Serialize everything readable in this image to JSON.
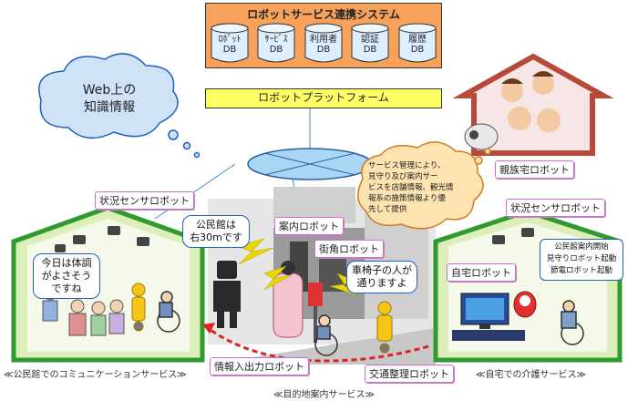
{
  "system": {
    "title": "ロボットサービス連携システム",
    "databases": [
      {
        "line1": "ﾛﾎﾞｯﾄ",
        "line2": "DB"
      },
      {
        "line1": "ｻｰﾋﾞｽ",
        "line2": "DB"
      },
      {
        "line1": "利用者",
        "line2": "DB"
      },
      {
        "line1": "認証",
        "line2": "DB"
      },
      {
        "line1": "履歴",
        "line2": "DB"
      }
    ]
  },
  "platform": "ロボットプラットフォーム",
  "cloud_knowledge": {
    "line1": "Web上の",
    "line2": "知識情報"
  },
  "service_cloud": [
    "サービス管理により、",
    "見守り及び案内サー",
    "ビスを店舗情報、観光情",
    "報系の施策情報より優",
    "先して提供"
  ],
  "labels": {
    "family_robot": "親族宅ロボット",
    "sensor_left": "状況センサロボット",
    "sensor_right": "状況センサロボット",
    "guide_robot": "案内ロボット",
    "street_robot": "街角ロボット",
    "home_robot": "自宅ロボット",
    "io_robot": "情報入出力ロボット",
    "traffic_robot": "交通整理ロボット"
  },
  "speech": {
    "hall": [
      "公民館は",
      "右30mです"
    ],
    "health": [
      "今日は体調",
      "がよさそう",
      "ですね"
    ],
    "wheelchair": [
      "車椅子の人が",
      "通りますよ"
    ],
    "home_notice": [
      "公民館案内開始",
      "見守りロボット起動",
      "節電ロボット起動"
    ]
  },
  "captions": {
    "community": "≪公民館でのコミュニケーションサービス≫",
    "care": "≪自宅での介護サービス≫",
    "guide": "≪目的地案内サービス≫"
  },
  "colors": {
    "system_bg": "#f7a15a",
    "db_fill": "#ddeeff",
    "platform_bg": "#ffff66",
    "house_border": "#2f9a2f",
    "house_fill": "#dcefb8",
    "network": "#4a86c8",
    "label_border": "#d36bd3",
    "family_house": "#b84a3a"
  }
}
